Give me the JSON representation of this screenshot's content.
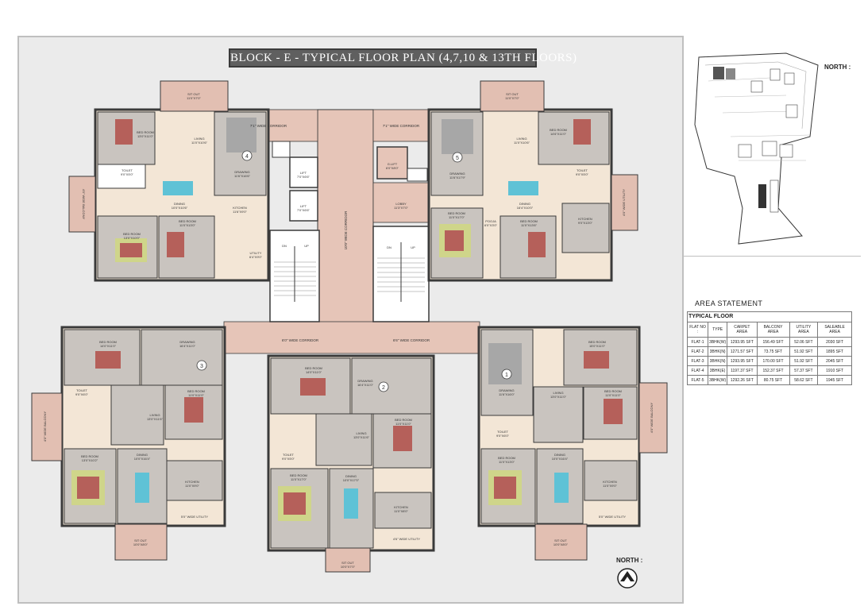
{
  "title": "BLOCK - E - TYPICAL  FLOOR PLAN (4,7,10 & 13TH FLOORS)",
  "north_label_main": "NORTH :",
  "north_label_key": "NORTH :",
  "area_statement": {
    "heading": "AREA STATEMENT",
    "subheading": "TYPICAL FLOOR",
    "columns": [
      "FLAT NO :",
      "TYPE",
      "CARPET AREA",
      "BALCONY AREA",
      "UTILITY AREA",
      "SALEABLE AREA"
    ],
    "rows": [
      [
        "FLAT-1",
        "3BHK(W)",
        "1293.95 SFT",
        "156.49 SFT",
        "52.06 SFT",
        "2030 SFT"
      ],
      [
        "FLAT-2",
        "3BHK(N)",
        "1271.57 SFT",
        "73.75 SFT",
        "51.92 SFT",
        "1895 SFT"
      ],
      [
        "FLAT-3",
        "3BHK(N)",
        "1293.95 SFT",
        "170.00 SFT",
        "51.92 SFT",
        "2045 SFT"
      ],
      [
        "FLAT-4",
        "3BHK(E)",
        "1197.37 SFT",
        "152.37 SFT",
        "57.37 SFT",
        "1910 SFT"
      ],
      [
        "FLAT-5",
        "3BHK(W)",
        "1292.26 SFT",
        "80.75 SFT",
        "58.62 SFT",
        "1945 SFT"
      ]
    ]
  },
  "plan": {
    "flat_numbers": [
      "1",
      "2",
      "3",
      "4",
      "5"
    ],
    "corridors": {
      "north_left": "7'1\" WIDE CORRIDOR",
      "north_right": "7'1\" WIDE CORRIDOR",
      "central": "10'0\" WIDE CORRIDOR",
      "south_left": "6'0\" WIDE CORRIDOR",
      "south_right": "6'6\" WIDE CORRIDOR"
    },
    "common": {
      "lift1": "LIFT\n7'0\"X6'6\"",
      "lift2": "LIFT\n7'0\"X6'6\"",
      "lobby": "LOBBY\n11'3\"X7'0\"",
      "glift": "G.LIFT\n6'0\"X8'0\"",
      "stair_dn": "DN",
      "stair_up": "UP"
    },
    "flat4_rooms": {
      "sitout": "SIT OUT\n11'0\"X7'0\"",
      "bed1": "BED ROOM\n13'0\"X11'0\"",
      "living": "LIVING\n11'0\"X10'6\"",
      "drawing": "DRAWING\n11'6\"X16'6\"",
      "dining": "DINING\n10'0\"X10'6\"",
      "bed2": "BED ROOM\n11'0\"X13'0\"",
      "bed3": "BED ROOM\n13'0\"X10'0\"",
      "kitchen": "KITCHEN\n11'6\"X9'0\"",
      "utility": "UTILITY\n6'4\"X9'0\"",
      "toilet": "TOILET\n9'0\"X5'0\"",
      "balcony": "4'0\" WIDE BALCONY"
    },
    "flat5_rooms": {
      "sitout": "SIT OUT\n11'0\"X7'0\"",
      "drawing": "DRAWING\n11'6\"X17'9\"",
      "living": "LIVING\n11'0\"X10'6\"",
      "bed1": "BED ROOM\n14'6\"X11'0\"",
      "bed2": "BED ROOM\n11'0\"X17'0\"",
      "dining": "DINING\n16'4\"X10'0\"",
      "bed3": "BED ROOM\n11'0\"X13'6\"",
      "kitchen": "KITCHEN\n9'0\"X13'0\"",
      "pooja": "POOJA\n6'0\"X3'0\"",
      "toilet": "TOILET\n9'0\"X5'0\"",
      "utility": "4'0\" WIDE UTILITY"
    },
    "flat3_rooms": {
      "bed1": "BED ROOM\n14'0\"X11'0\"",
      "drawing": "DRAWING\n16'4\"X11'0\"",
      "living": "LIVING\n13'0\"X11'6\"",
      "bed2": "BED ROOM\n11'0\"X11'0\"",
      "dining": "DINING\n10'0\"X16'4\"",
      "bed3": "BED ROOM\n13'0\"X10'2\"",
      "kitchen": "KITCHEN\n11'0\"X9'0\"",
      "utility": "5'0\" WIDE UTILITY",
      "sitout": "SIT OUT\n10'0\"X8'0\"",
      "toilet": "TOILET\n9'0\"X6'0\"",
      "balcony": "4'0\" WIDE BALCONY"
    },
    "flat2_rooms": {
      "bed1": "BED ROOM\n14'0\"X11'0\"",
      "drawing": "DRAWING\n16'4\"X11'0\"",
      "living": "LIVING\n13'0\"X11'6\"",
      "bed2": "BED ROOM\n11'0\"X11'0\"",
      "dining": "DINING\n10'0\"X17'0\"",
      "bed3": "BED ROOM\n11'0\"X17'0\"",
      "kitchen": "KITCHEN\n11'0\"X8'0\"",
      "utility": "4'6\" WIDE UTILITY",
      "sitout": "SIT OUT\n10'0\"X7'0\"",
      "toilet": "TOILET\n9'0\"X5'0\""
    },
    "flat1_rooms": {
      "drawing": "DRAWING\n11'6\"X16'0\"",
      "bed1": "BED ROOM\n15'0\"X11'0\"",
      "living": "LIVING\n13'0\"X11'0\"",
      "bed2": "BED ROOM\n11'0\"X11'0\"",
      "bed3": "BED ROOM\n11'0\"X13'0\"",
      "dining": "DINING\n10'0\"X16'4\"",
      "kitchen": "KITCHEN\n11'0\"X9'0\"",
      "utility": "5'0\" WIDE UTILITY",
      "sitout": "SIT OUT\n10'0\"X8'0\"",
      "toilet": "TOILET\n9'0\"X6'0\"",
      "balcony": "4'0\" WIDE BALCONY"
    }
  },
  "colors": {
    "wall": "#3a3a3a",
    "room_beige": "#f3e6d6",
    "room_grey": "#c9c4bf",
    "corridor_pink": "#e6c5b8",
    "sitout_pink": "#e2bfb2",
    "bed_red": "#b5605a",
    "dining_blue": "#5fc2d6",
    "bed_green": "#cfd58a",
    "frame_bg": "#ebebeb"
  }
}
